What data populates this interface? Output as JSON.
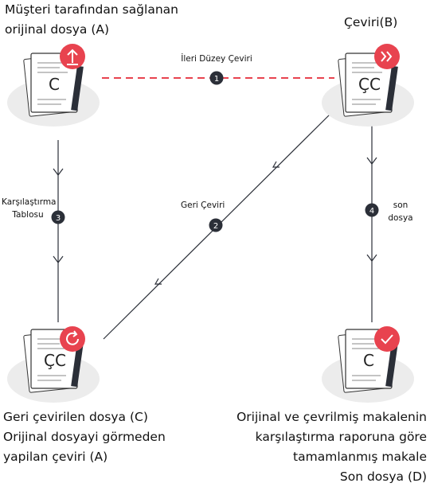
{
  "nodes": {
    "a": {
      "title_line1": "Müşteri tarafından sağlanan",
      "title_line2": "orijinal dosya (A)",
      "doc_letter": "C",
      "badge_icon": "upload-icon"
    },
    "b": {
      "title": "Çeviri(B)",
      "doc_letter": "ÇC",
      "badge_icon": "fast-forward-icon"
    },
    "c": {
      "title_line1": "Geri çevirilen dosya (C)",
      "title_line2": "Orijinal dosyayi görmeden",
      "title_line3": "yapilan çeviri (A)",
      "doc_letter": "ÇC",
      "badge_icon": "refresh-icon"
    },
    "d": {
      "title_line1": "Orijinal ve çevrilmiş makalenin",
      "title_line2": "karşılaştırma raporuna göre",
      "title_line3": "tamamlanmış makale",
      "title_line4": "Son dosya (D)",
      "doc_letter": "C",
      "badge_icon": "check-icon"
    }
  },
  "edges": {
    "e1": {
      "step": "1",
      "label": "İleri Düzey Çeviri"
    },
    "e2": {
      "step": "2",
      "label": "Geri Çeviri"
    },
    "e3": {
      "step": "3",
      "label_line1": "Karşılaştırma",
      "label_line2": "Tablosu"
    },
    "e4": {
      "step": "4",
      "label_line1": "son",
      "label_line2": "dosya"
    }
  },
  "colors": {
    "accent": "#e8434f",
    "dashed_line": "#e8434f",
    "line": "#2b2f38",
    "step_badge": "#2b2f38",
    "blob": "#ececec"
  }
}
